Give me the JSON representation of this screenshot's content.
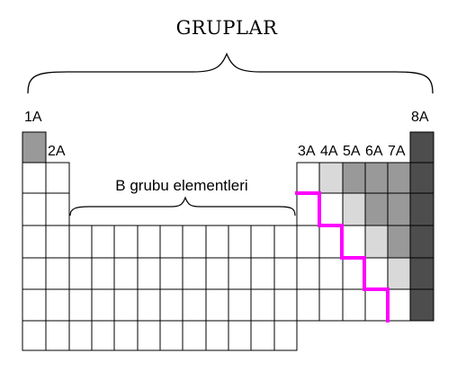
{
  "title": "GRUPLAR",
  "labels": {
    "g1a": "1A",
    "g2a": "2A",
    "g3a": "3A",
    "g4a": "4A",
    "g5a": "5A",
    "g6a": "6A",
    "g7a": "7A",
    "g8a": "8A",
    "b_group": "B grubu elementleri"
  },
  "colors": {
    "grid": "#000000",
    "light_gray": "#d9d9d9",
    "medium_gray": "#999999",
    "dark_gray": "#4d4d4d",
    "metal_line": "#ff00ff"
  }
}
